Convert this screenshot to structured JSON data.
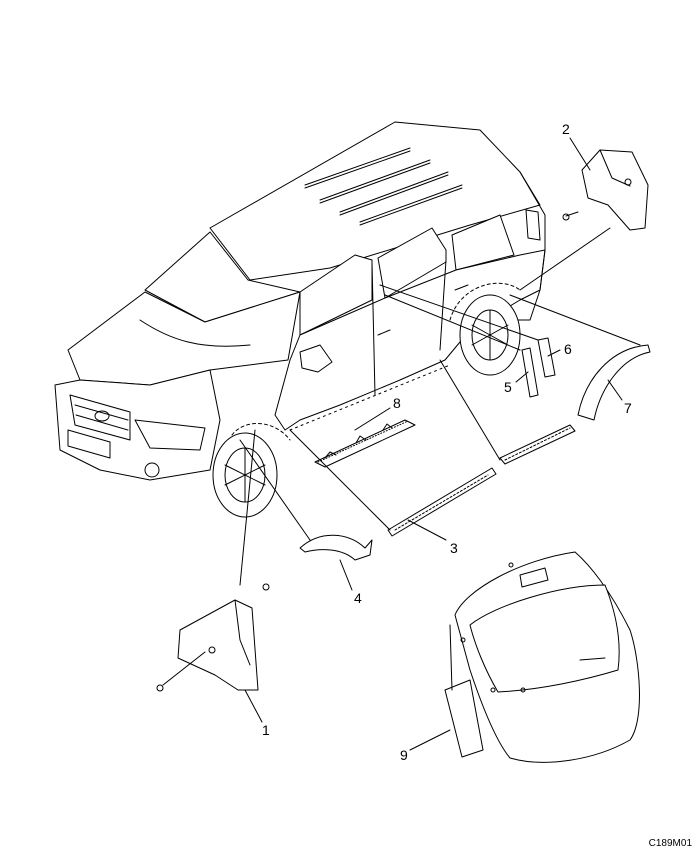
{
  "callouts": {
    "c1": "1",
    "c2": "2",
    "c3": "3",
    "c4": "4",
    "c5": "5",
    "c6": "6",
    "c7": "7",
    "c8": "8",
    "c9": "9"
  },
  "figure_code": "C189M01",
  "colors": {
    "line": "#000000",
    "shade": "#9a9a9a",
    "background": "#ffffff"
  }
}
